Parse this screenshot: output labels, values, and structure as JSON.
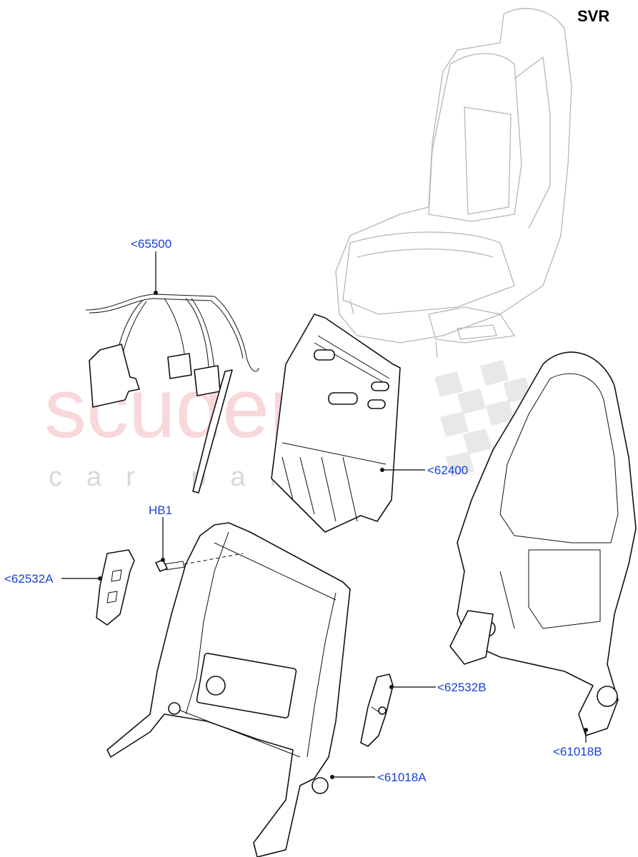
{
  "variant_label": "SVR",
  "watermark": {
    "main": "scuderia",
    "sub": "car parts"
  },
  "callouts": {
    "c65500": "<65500",
    "c62400": "<62400",
    "hb1": "HB1",
    "c62532A": "<62532A",
    "c62532B": "<62532B",
    "c61018A": "<61018A",
    "c61018B": "<61018B"
  },
  "colors": {
    "callout": "#1a3fd6",
    "watermark": "#f3b9bd",
    "line": "#111111"
  }
}
